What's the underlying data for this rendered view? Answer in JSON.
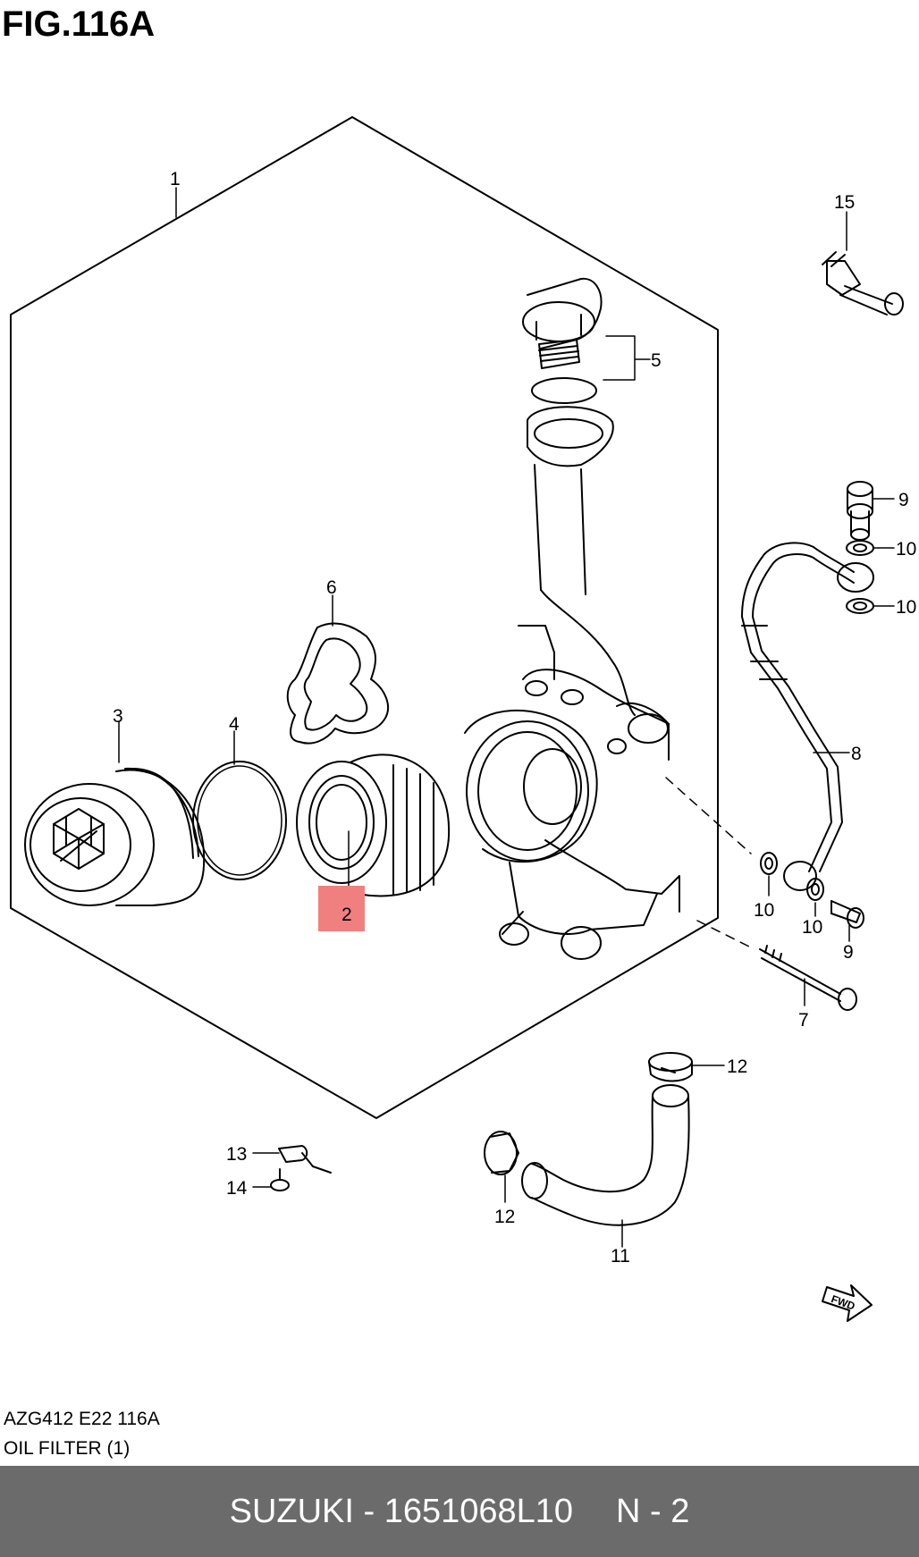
{
  "figure": {
    "title": "FIG.116A"
  },
  "callouts": [
    {
      "id": "c1",
      "label": "1"
    },
    {
      "id": "c2",
      "label": "2",
      "highlighted": true
    },
    {
      "id": "c3",
      "label": "3"
    },
    {
      "id": "c4",
      "label": "4"
    },
    {
      "id": "c5",
      "label": "5"
    },
    {
      "id": "c6",
      "label": "6"
    },
    {
      "id": "c7",
      "label": "7"
    },
    {
      "id": "c8",
      "label": "8"
    },
    {
      "id": "c9a",
      "label": "9"
    },
    {
      "id": "c9b",
      "label": "9"
    },
    {
      "id": "c10a",
      "label": "10"
    },
    {
      "id": "c10b",
      "label": "10"
    },
    {
      "id": "c10c",
      "label": "10"
    },
    {
      "id": "c10d",
      "label": "10"
    },
    {
      "id": "c11",
      "label": "11"
    },
    {
      "id": "c12a",
      "label": "12"
    },
    {
      "id": "c12b",
      "label": "12"
    },
    {
      "id": "c13",
      "label": "13"
    },
    {
      "id": "c14",
      "label": "14"
    },
    {
      "id": "c15",
      "label": "15"
    }
  ],
  "fwd_marker": {
    "label": "FWD"
  },
  "catalog": {
    "code": "AZG412 E22 116A",
    "name": "OIL FILTER (1)"
  },
  "footer": {
    "part_number_text": "SUZUKI - 1651068L10",
    "page_text": "N - 2"
  },
  "colors": {
    "highlight": "#f08080",
    "footer_bg": "#6b6b6b",
    "footer_text": "#ffffff",
    "line": "#000000"
  }
}
